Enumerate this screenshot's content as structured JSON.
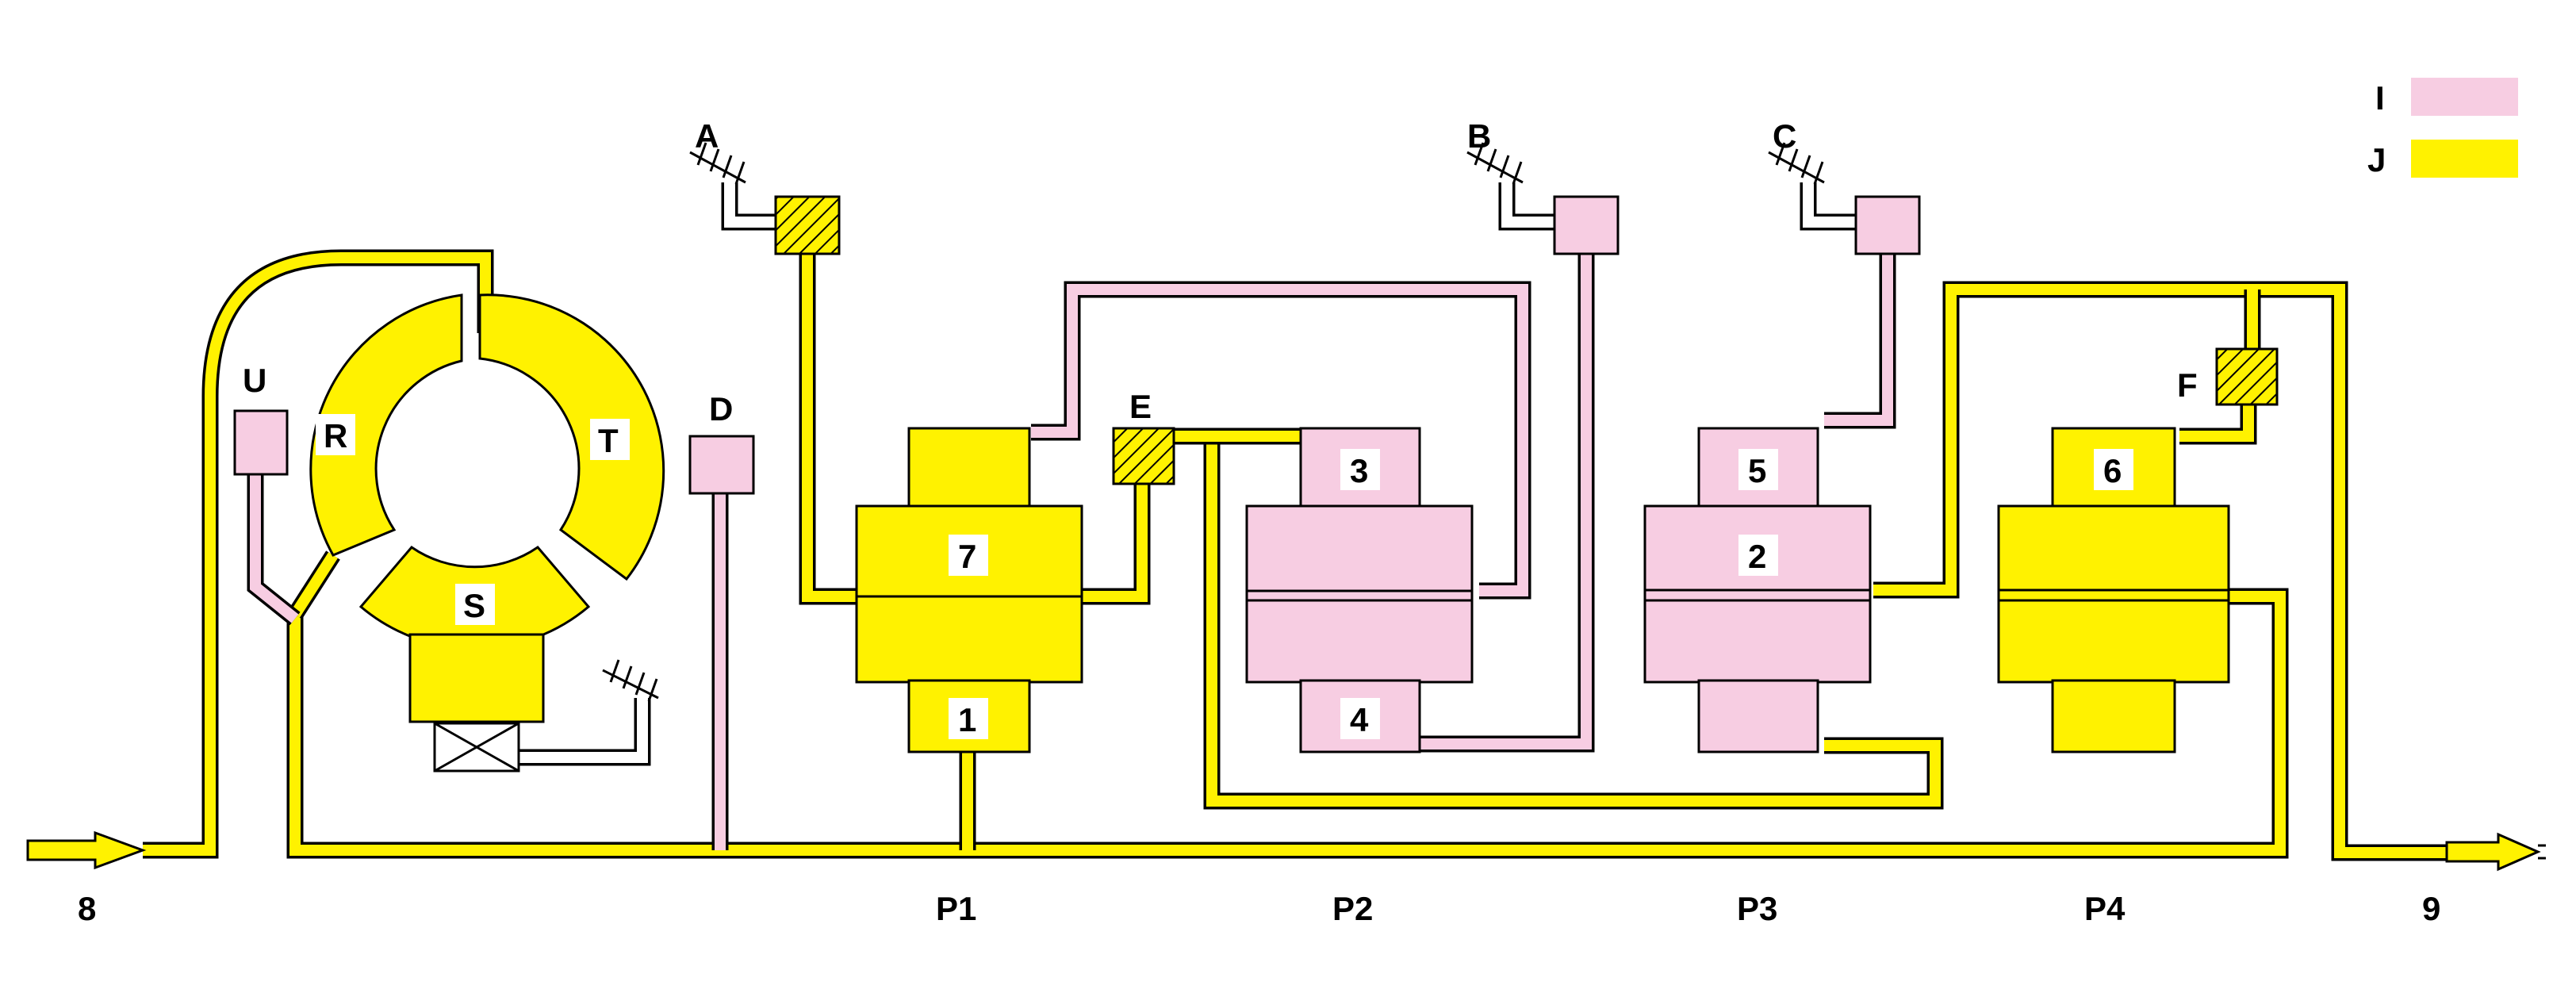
{
  "colors": {
    "pink": "#f7cde2",
    "yellow": "#fff200",
    "outline": "#000000",
    "background": "#ffffff"
  },
  "legend": {
    "items": [
      {
        "label": "I",
        "color": "#f7cde2"
      },
      {
        "label": "J",
        "color": "#fff200"
      }
    ]
  },
  "labels": {
    "inlet": "8",
    "outlet": "9",
    "u": "U",
    "r": "R",
    "t": "T",
    "s": "S",
    "a": "A",
    "b": "B",
    "c": "C",
    "d": "D",
    "e": "E",
    "f": "F"
  },
  "stages": [
    {
      "label": "P1"
    },
    {
      "label": "P2"
    },
    {
      "label": "P3"
    },
    {
      "label": "P4"
    }
  ],
  "chambers": {
    "c1": "1",
    "c2": "2",
    "c3": "3",
    "c4": "4",
    "c5": "5",
    "c6": "6",
    "c7": "7"
  }
}
